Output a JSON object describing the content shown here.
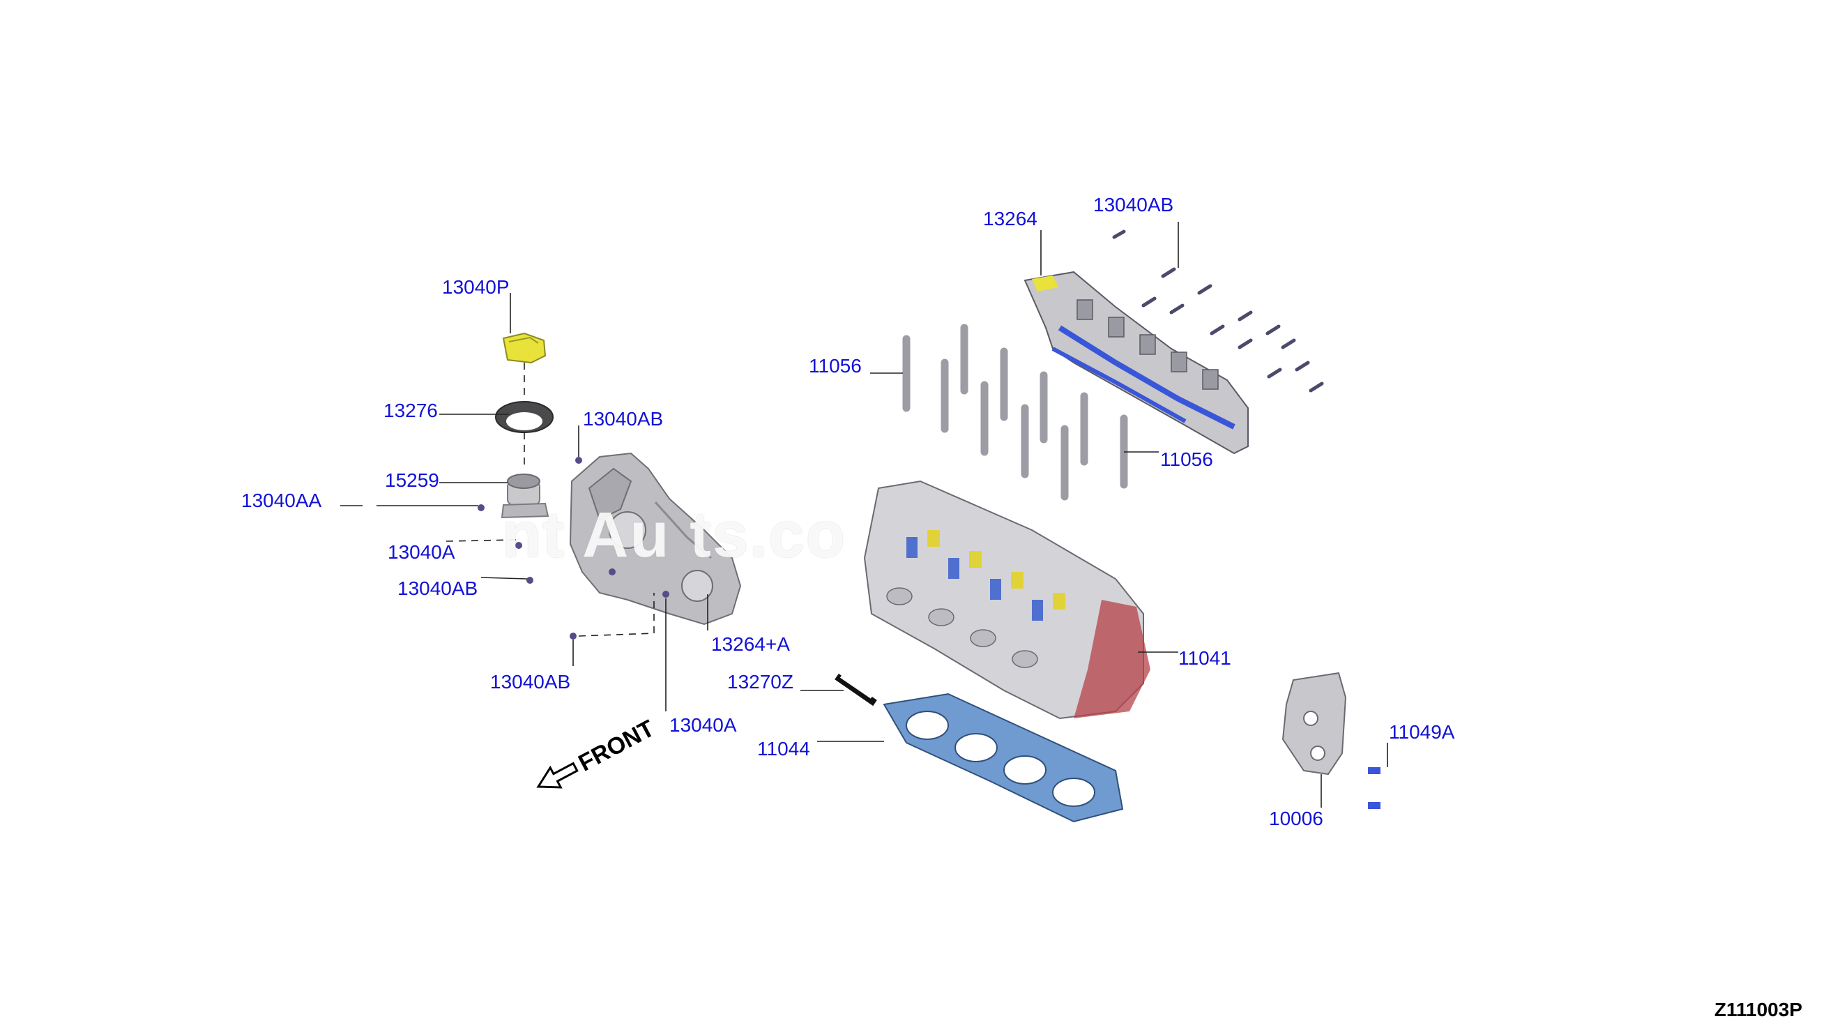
{
  "diagram_id": "Z111003P",
  "watermark": "nt Au    ts.co",
  "front_label": "FRONT",
  "callouts": [
    {
      "key": "p13040P",
      "text": "13040P"
    },
    {
      "key": "p13276",
      "text": "13276"
    },
    {
      "key": "p13040AB_a",
      "text": "13040AB"
    },
    {
      "key": "p15259",
      "text": "15259"
    },
    {
      "key": "p13040AA",
      "text": "13040AA"
    },
    {
      "key": "p13040A_a",
      "text": "13040A"
    },
    {
      "key": "p13040AB_b",
      "text": "13040AB"
    },
    {
      "key": "p13264A",
      "text": "13264+A"
    },
    {
      "key": "p13040AB_c",
      "text": "13040AB"
    },
    {
      "key": "p13040A_b",
      "text": "13040A"
    },
    {
      "key": "p13264",
      "text": "13264"
    },
    {
      "key": "p13040AB_d",
      "text": "13040AB"
    },
    {
      "key": "p11056_a",
      "text": "11056"
    },
    {
      "key": "p11056_b",
      "text": "11056"
    },
    {
      "key": "p11041",
      "text": "11041"
    },
    {
      "key": "p13270Z",
      "text": "13270Z"
    },
    {
      "key": "p11044",
      "text": "11044"
    },
    {
      "key": "p11049A",
      "text": "11049A"
    },
    {
      "key": "p10006",
      "text": "10006"
    }
  ],
  "colors": {
    "callout_text": "#1212d6",
    "leader_line": "#222222",
    "part_gray": "#c9c9cc",
    "part_outline": "#7a7a80",
    "gasket_blue": "#6f9bd1",
    "highlight_yellow": "#e8e23a",
    "seal_blue": "#3a56d8",
    "block_red": "#b5434a",
    "bolt_purple": "#5a4a8a"
  }
}
